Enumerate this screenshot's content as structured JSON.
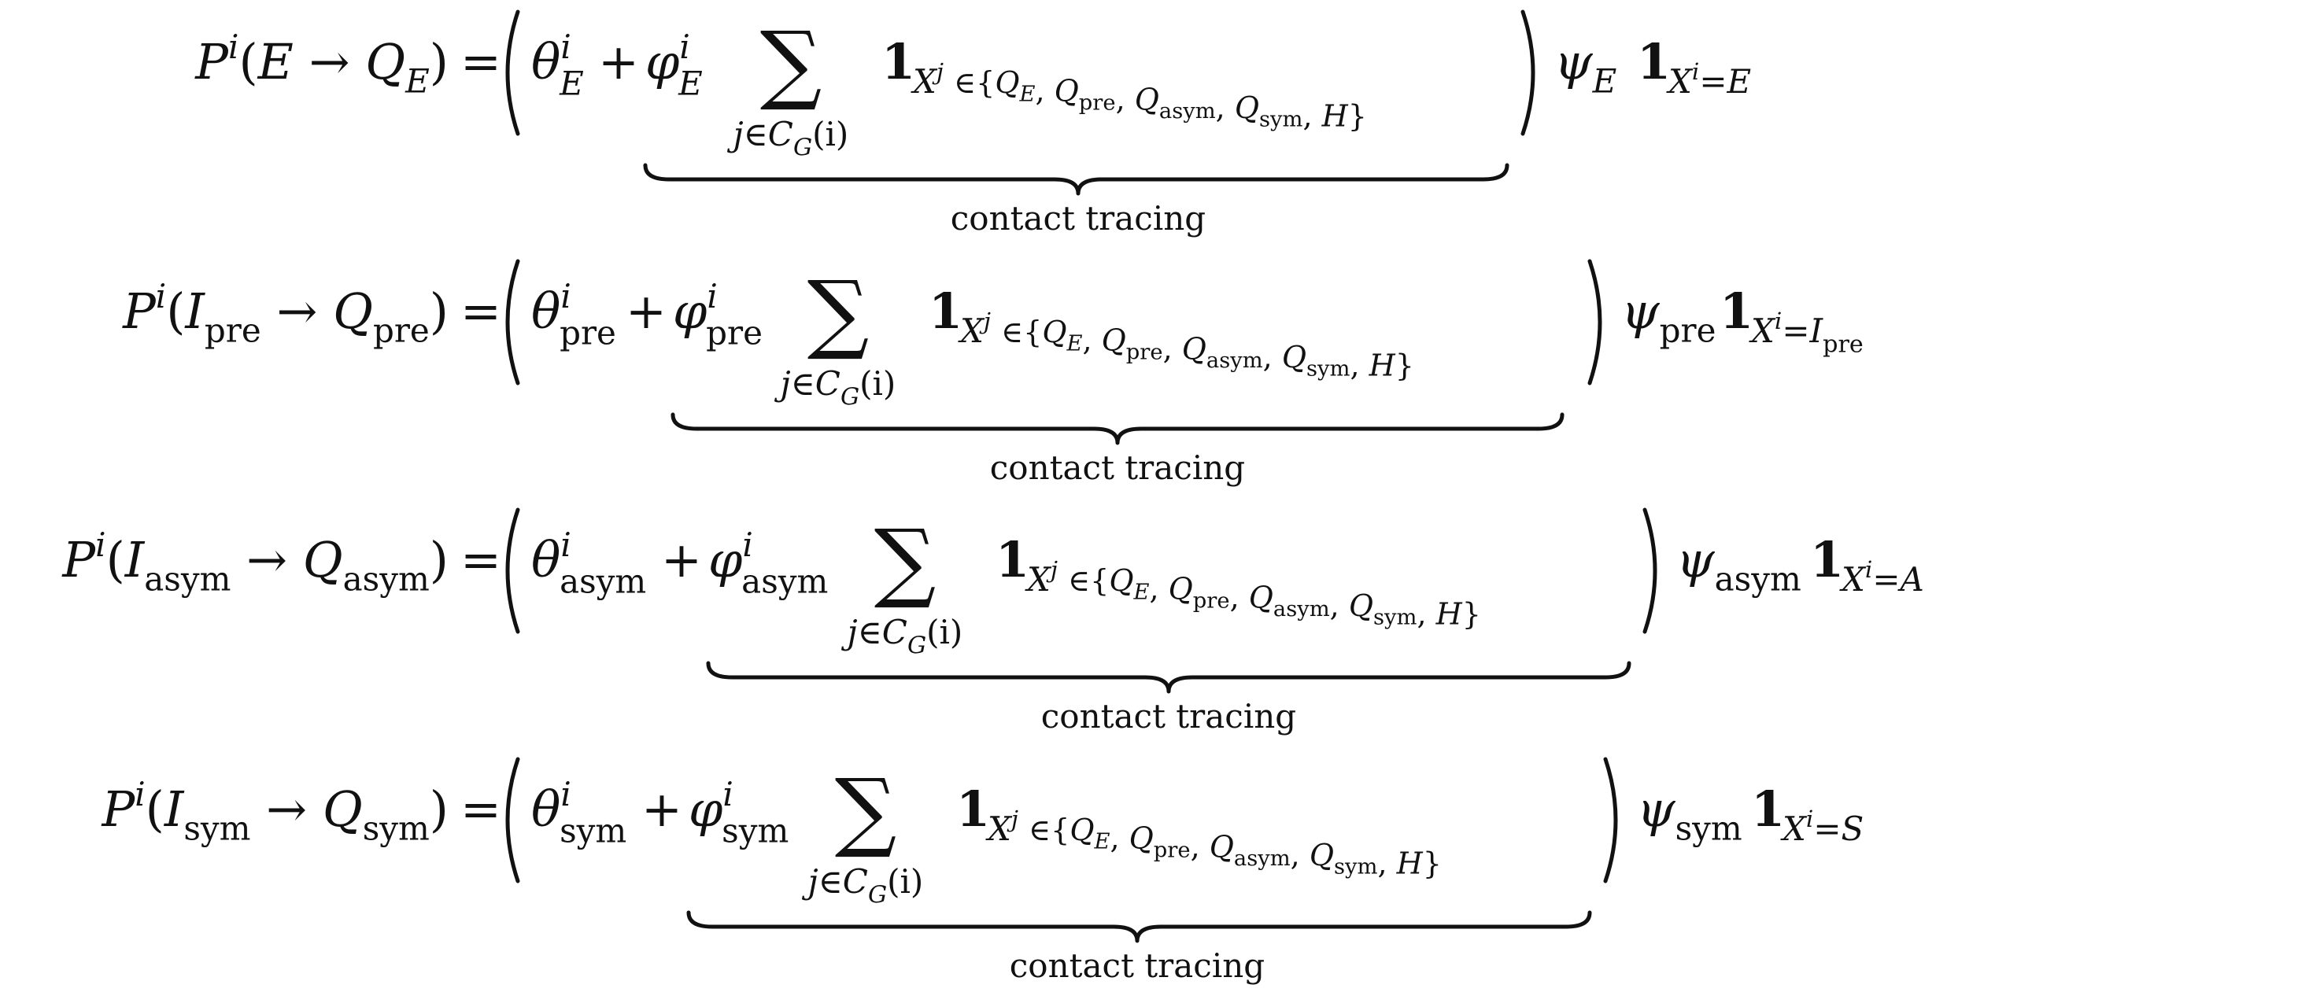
{
  "equations": [
    {
      "lhs_P": "P",
      "lhs_sup": "i",
      "lhs_open": "(",
      "lhs_from": "E",
      "lhs_from_sub": "",
      "lhs_arrow": "→",
      "lhs_to": "Q",
      "lhs_to_sub": "E",
      "lhs_close": ")",
      "eq": "=",
      "theta": "θ",
      "theta_sup": "i",
      "theta_sub": "E",
      "plus": "+",
      "phi": "φ",
      "phi_sup": "i",
      "phi_sub": "E",
      "sum": "∑",
      "sum_limit": "j∈C",
      "sum_limit_sub": "G",
      "sum_limit_tail": "(i)",
      "indicator": "1",
      "ind_X": "X",
      "ind_sup": "j",
      "ind_set": "∈{Q_E, Q_pre, Q_asym, Q_sym, H}",
      "psi": "ψ",
      "psi_sub": "E",
      "ind2": "1",
      "ind2_cond": "X^i=E",
      "brace_label": "contact tracing"
    },
    {
      "lhs_P": "P",
      "lhs_sup": "i",
      "lhs_open": "(",
      "lhs_from": "I",
      "lhs_from_sub": "pre",
      "lhs_arrow": "→",
      "lhs_to": "Q",
      "lhs_to_sub": "pre",
      "lhs_close": ")",
      "eq": "=",
      "theta": "θ",
      "theta_sup": "i",
      "theta_sub": "pre",
      "plus": "+",
      "phi": "φ",
      "phi_sup": "i",
      "phi_sub": "pre",
      "sum": "∑",
      "sum_limit": "j∈C",
      "sum_limit_sub": "G",
      "sum_limit_tail": "(i)",
      "indicator": "1",
      "ind_X": "X",
      "ind_sup": "j",
      "ind_set": "∈{Q_E, Q_pre, Q_asym, Q_sym, H}",
      "psi": "ψ",
      "psi_sub": "pre",
      "ind2": "1",
      "ind2_cond": "X^i=I_pre",
      "brace_label": "contact tracing"
    },
    {
      "lhs_P": "P",
      "lhs_sup": "i",
      "lhs_open": "(",
      "lhs_from": "I",
      "lhs_from_sub": "asym",
      "lhs_arrow": "→",
      "lhs_to": "Q",
      "lhs_to_sub": "asym",
      "lhs_close": ")",
      "eq": "=",
      "theta": "θ",
      "theta_sup": "i",
      "theta_sub": "asym",
      "plus": "+",
      "phi": "φ",
      "phi_sup": "i",
      "phi_sub": "asym",
      "sum": "∑",
      "sum_limit": "j∈C",
      "sum_limit_sub": "G",
      "sum_limit_tail": "(i)",
      "indicator": "1",
      "ind_X": "X",
      "ind_sup": "j",
      "ind_set": "∈{Q_E, Q_pre, Q_asym, Q_sym, H}",
      "psi": "ψ",
      "psi_sub": "asym",
      "ind2": "1",
      "ind2_cond": "X^i=A",
      "brace_label": "contact tracing"
    },
    {
      "lhs_P": "P",
      "lhs_sup": "i",
      "lhs_open": "(",
      "lhs_from": "I",
      "lhs_from_sub": "sym",
      "lhs_arrow": "→",
      "lhs_to": "Q",
      "lhs_to_sub": "sym",
      "lhs_close": ")",
      "eq": "=",
      "theta": "θ",
      "theta_sup": "i",
      "theta_sub": "sym",
      "plus": "+",
      "phi": "φ",
      "phi_sup": "i",
      "phi_sub": "sym",
      "sum": "∑",
      "sum_limit": "j∈C",
      "sum_limit_sub": "G",
      "sum_limit_tail": "(i)",
      "indicator": "1",
      "ind_X": "X",
      "ind_sup": "j",
      "ind_set": "∈{Q_E, Q_pre, Q_asym, Q_sym, H}",
      "psi": "ψ",
      "psi_sub": "sym",
      "ind2": "1",
      "ind2_cond": "X^i=S",
      "brace_label": "contact tracing"
    }
  ]
}
